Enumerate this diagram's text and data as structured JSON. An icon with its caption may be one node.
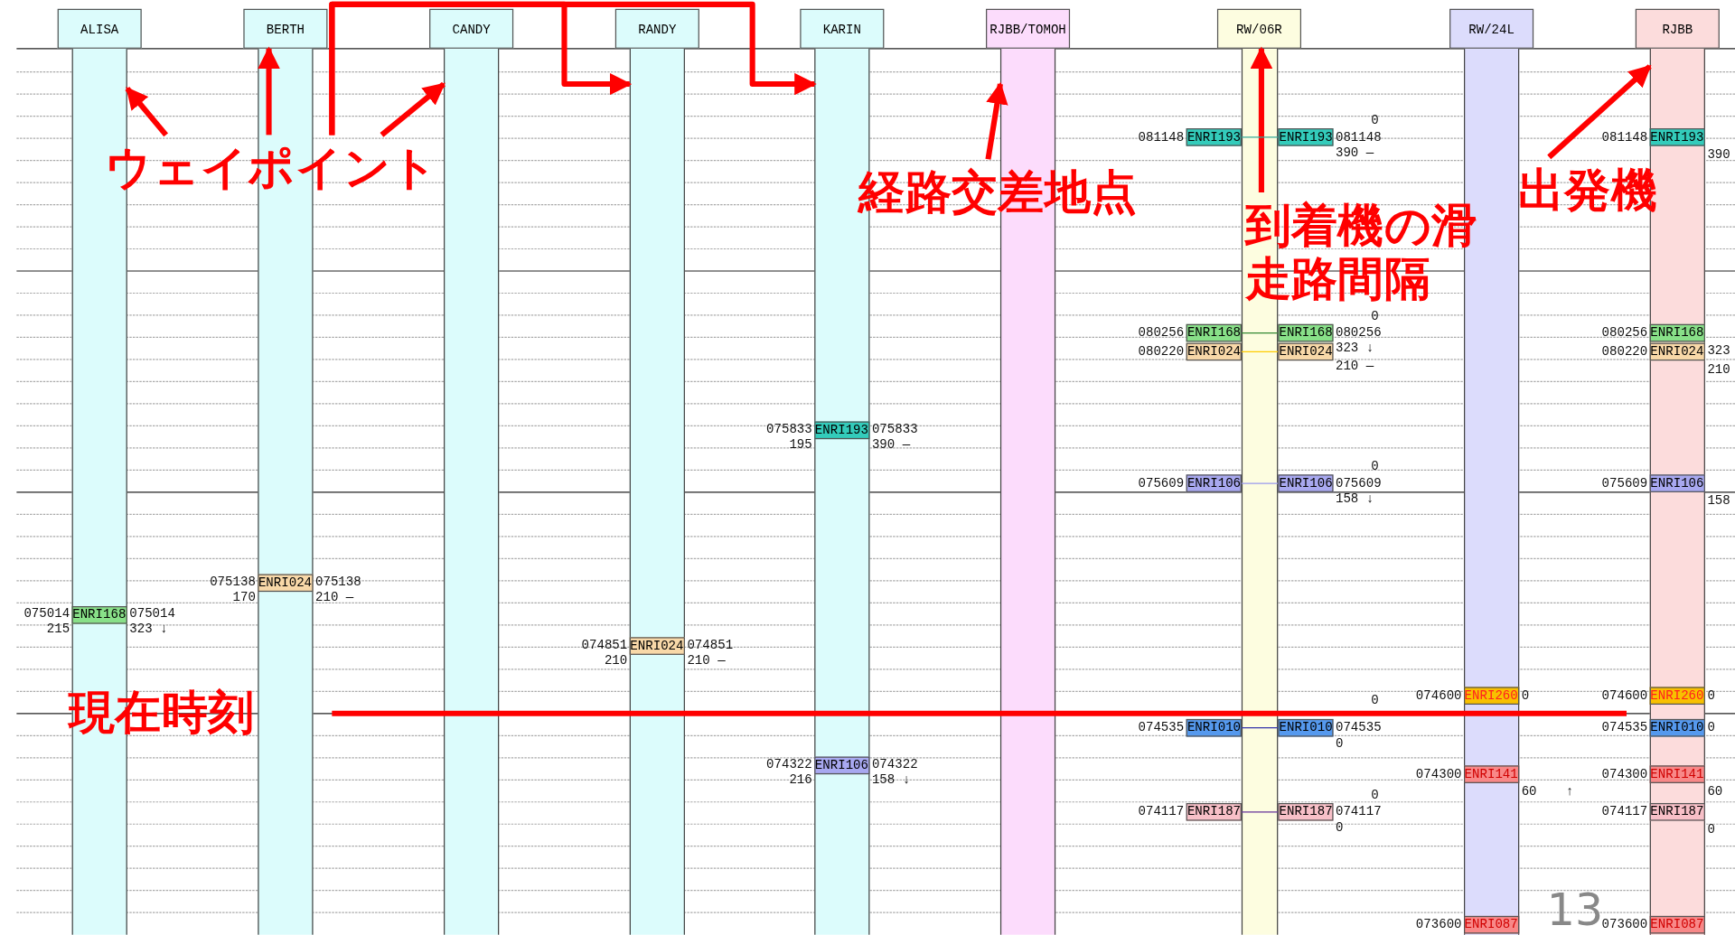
{
  "diagram": {
    "nodes": [
      {
        "text": [
          "ALISA"
        ]
      },
      {
        "text": [],
        "shape": "bar"
      },
      {
        "text": [
          "ENRI168"
        ],
        "in": 1,
        "beside": [
          "075014",
          "215",
          "075014",
          "323 ↓"
        ]
      },
      {
        "text": [
          "BERTH"
        ]
      },
      {
        "text": [],
        "shape": "bar"
      },
      {
        "text": [
          "ENRI024"
        ],
        "in": 4,
        "beside": [
          "075138",
          "170",
          "075138",
          "210 —"
        ]
      },
      {
        "text": [
          "CANDY"
        ]
      },
      {
        "text": [],
        "shape": "bar"
      },
      {
        "text": [
          "RANDY"
        ]
      },
      {
        "text": [],
        "shape": "bar"
      },
      {
        "text": [
          "ENRI024"
        ],
        "in": 9,
        "beside": [
          "074851",
          "210",
          "074851",
          "210 —"
        ]
      },
      {
        "text": [
          "KARIN"
        ]
      },
      {
        "text": [],
        "shape": "bar"
      },
      {
        "text": [
          "ENRI193"
        ],
        "in": 12,
        "beside": [
          "075833",
          "195",
          "075833",
          "390 —"
        ]
      },
      {
        "text": [
          "ENRI106"
        ],
        "in": 12,
        "beside": [
          "074322",
          "216",
          "074322",
          "158 ↓"
        ]
      },
      {
        "text": [
          "RJBB/TOMOH"
        ]
      },
      {
        "text": [],
        "shape": "bar"
      },
      {
        "text": [
          "RW/06R"
        ]
      },
      {
        "text": [
          "ENRI193"
        ],
        "beside": [
          "081148"
        ]
      },
      {
        "text": [
          "ENRI193"
        ],
        "beside": [
          "0",
          "081148",
          "390 —"
        ]
      },
      {
        "text": [
          "ENRI168"
        ],
        "beside": [
          "080256"
        ]
      },
      {
        "text": [
          "ENRI168"
        ],
        "beside": [
          "0",
          "080256",
          "323 ↓"
        ]
      },
      {
        "text": [
          "ENRI024"
        ],
        "beside": [
          "080220"
        ]
      },
      {
        "text": [
          "ENRI024"
        ],
        "beside": [
          "210 —"
        ]
      },
      {
        "text": [
          "ENRI106"
        ],
        "beside": [
          "075609"
        ]
      },
      {
        "text": [
          "ENRI106"
        ],
        "beside": [
          "0",
          "075609",
          "158 ↓"
        ]
      },
      {
        "text": [
          "ENRI010"
        ],
        "beside": [
          "074535"
        ]
      },
      {
        "text": [
          "ENRI010"
        ],
        "beside": [
          "0",
          "074535",
          "0"
        ]
      },
      {
        "text": [
          "ENRI187"
        ],
        "beside": [
          "074117"
        ]
      },
      {
        "text": [
          "ENRI187"
        ],
        "beside": [
          "0",
          "074117",
          "0"
        ]
      },
      {
        "text": [
          "RW/24L"
        ]
      },
      {
        "text": [],
        "shape": "bar"
      },
      {
        "text": [
          "ENRI260"
        ],
        "in": 31,
        "beside": [
          "074600",
          "0"
        ]
      },
      {
        "text": [
          "ENRI141"
        ],
        "in": 31,
        "beside": [
          "074300",
          "60",
          "↑"
        ]
      },
      {
        "text": [
          "ENRI087"
        ],
        "in": 31,
        "beside": [
          "073600"
        ]
      },
      {
        "text": [
          "RJBB"
        ]
      },
      {
        "text": [],
        "shape": "bar"
      },
      {
        "text": [
          "ENRI193"
        ],
        "in": 36,
        "beside": [
          "081148",
          "390"
        ]
      },
      {
        "text": [
          "ENRI168"
        ],
        "in": 36,
        "beside": [
          "080256",
          "323"
        ]
      },
      {
        "text": [
          "ENRI024"
        ],
        "in": 36,
        "beside": [
          "080220",
          "210"
        ]
      },
      {
        "text": [
          "ENRI106"
        ],
        "in": 36,
        "beside": [
          "075609",
          "158"
        ]
      },
      {
        "text": [
          "ENRI260"
        ],
        "in": 36,
        "beside": [
          "074600",
          "0"
        ]
      },
      {
        "text": [
          "ENRI010"
        ],
        "in": 36,
        "beside": [
          "074535",
          "0"
        ]
      },
      {
        "text": [
          "ENRI141"
        ],
        "in": 36,
        "beside": [
          "074300",
          "60"
        ]
      },
      {
        "text": [
          "ENRI187"
        ],
        "in": 36,
        "beside": [
          "074117",
          "0"
        ]
      },
      {
        "text": [
          "ENRI087"
        ],
        "in": 36,
        "beside": [
          "073600"
        ]
      },
      {
        "text": [
          "ウェイポイント"
        ]
      },
      {
        "text": [
          "経路交差地点"
        ]
      },
      {
        "text": [
          "到着機の滑走路間隔"
        ]
      },
      {
        "text": [
          "出発機"
        ]
      }
    ],
    "edges": [
      {
        "from": 46,
        "to": 1,
        "arrow": "to"
      },
      {
        "from": 46,
        "to": 4,
        "arrow": "to"
      },
      {
        "from": 46,
        "to": 7,
        "arrow": "to"
      },
      {
        "from": 46,
        "to": 9,
        "arrow": "to"
      },
      {
        "from": 46,
        "to": 12,
        "arrow": "to"
      },
      {
        "from": 47,
        "to": 16,
        "arrow": "to"
      },
      {
        "from": 48,
        "to": 17,
        "arrow": "to"
      },
      {
        "from": 49,
        "to": 36,
        "arrow": "to"
      },
      {
        "from": 18,
        "to": 19,
        "arrow": "none",
        "color": "#33aa99"
      },
      {
        "from": 20,
        "to": 21,
        "arrow": "none",
        "color": "#338833"
      },
      {
        "from": 22,
        "to": 23,
        "arrow": "none",
        "color": "#ffcc00"
      },
      {
        "from": 24,
        "to": 25,
        "arrow": "none",
        "color": "#9999ee"
      },
      {
        "from": 26,
        "to": 27,
        "arrow": "none",
        "color": "#3333aa"
      },
      {
        "from": 28,
        "to": 29,
        "arrow": "none",
        "color": "#663399"
      }
    ],
    "labels": [
      "現在時刻",
      "13"
    ]
  }
}
